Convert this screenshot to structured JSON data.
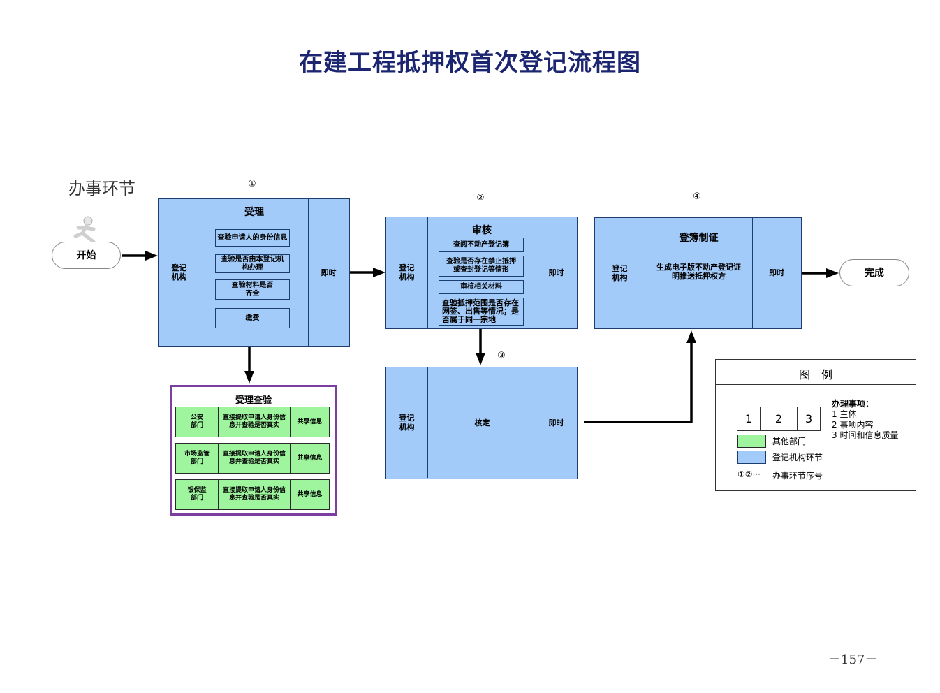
{
  "title": "在建工程抵押权首次登记流程图",
  "section_label": "办事环节",
  "start": "开始",
  "end": "完成",
  "stages": [
    {
      "num": "①",
      "agency": "登记\n机构",
      "name": "受理",
      "time": "即时",
      "items": [
        "查验申请人的身份信息",
        "查验是否由本登记机构办理",
        "查验材料是否齐全",
        "缴费"
      ]
    },
    {
      "num": "②",
      "agency": "登记\n机构",
      "name": "审核",
      "time": "即时",
      "items": [
        "查阅不动产登记簿",
        "查验是否存在禁止抵押或查封登记等情形",
        "审核相关材料",
        "查验抵押范围是否存在网签、出售等情况；是否属于同一宗地"
      ]
    },
    {
      "num": "③",
      "agency": "登记\n机构",
      "name": "核定",
      "time": "即时"
    },
    {
      "num": "④",
      "agency": "登记\n机构",
      "name": "登簿制证",
      "detail": "生成电子版不动产登记证明推送抵押权方",
      "time": "即时"
    }
  ],
  "verification": {
    "title": "受理查验",
    "rows": [
      {
        "dept": "公安\n部门",
        "action": "直接提取申请人身份信息并查验是否真实",
        "share": "共享信息"
      },
      {
        "dept": "市场监管\n部门",
        "action": "直接提取申请人身份信息并查验是否真实",
        "share": "共享信息"
      },
      {
        "dept": "银保监\n部门",
        "action": "直接提取申请人身份信息并查验是否真实",
        "share": "共享信息"
      }
    ]
  },
  "legend": {
    "title": "图　例",
    "cells": [
      "1",
      "2",
      "3"
    ],
    "matters_title": "办理事项：",
    "matters": [
      "1 主体",
      "2 事项内容",
      "3 时间和信息质量"
    ],
    "other_dept": "其他部门",
    "agency_step": "登记机构环节",
    "seq_symbol": "①②···",
    "seq_label": "办事环节序号"
  },
  "colors": {
    "blue": "#a3cbfa",
    "green": "#9ef59e",
    "purple": "#7b3fa0",
    "title": "#1c2670"
  },
  "page_number": "－157－"
}
